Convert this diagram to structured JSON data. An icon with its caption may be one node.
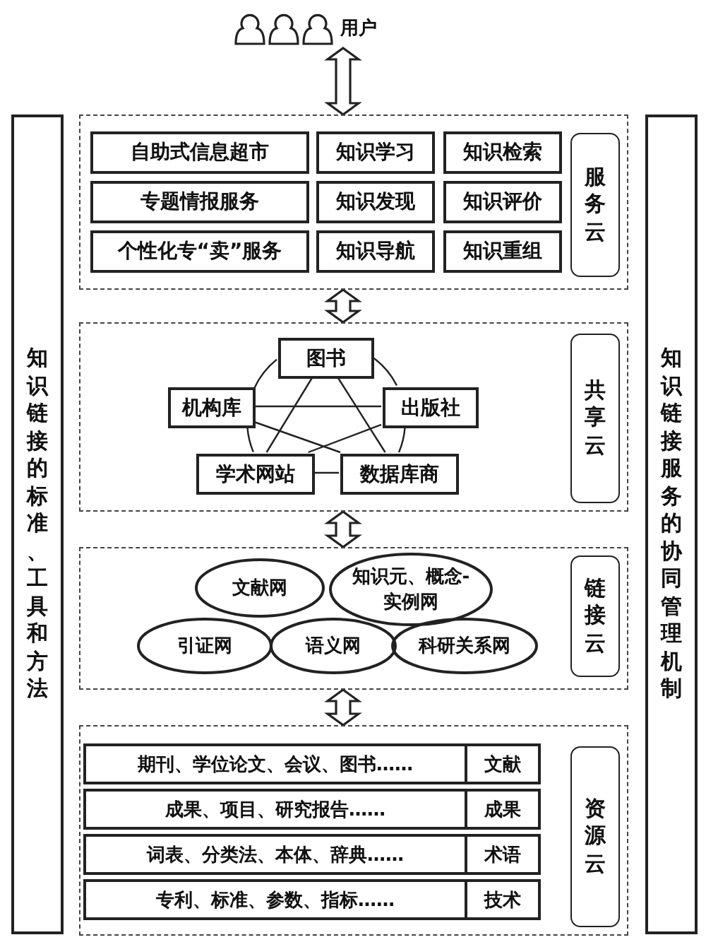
{
  "diagram": {
    "nodes": [
      {
        "text": [
          "用户"
        ]
      },
      {
        "text": [],
        "shape": "box"
      },
      {
        "text": [
          "自助式信息超市"
        ],
        "in": 1
      },
      {
        "text": [
          "知识学习"
        ],
        "in": 1
      },
      {
        "text": [
          "知识检索"
        ],
        "in": 1
      },
      {
        "text": [
          "专题情报服务"
        ],
        "in": 1
      },
      {
        "text": [
          "知识发现"
        ],
        "in": 1
      },
      {
        "text": [
          "知识评价"
        ],
        "in": 1
      },
      {
        "text": [
          "个性化专“卖”服务"
        ],
        "in": 1
      },
      {
        "text": [
          "知识导航"
        ],
        "in": 1
      },
      {
        "text": [
          "知识重组"
        ],
        "in": 1
      },
      {
        "text": [
          "服务云"
        ],
        "in": 1
      },
      {
        "text": [],
        "shape": "box"
      },
      {
        "text": [
          "图书"
        ],
        "in": 12
      },
      {
        "text": [
          "机构库"
        ],
        "in": 12
      },
      {
        "text": [
          "出版社"
        ],
        "in": 12
      },
      {
        "text": [
          "学术网站"
        ],
        "in": 12
      },
      {
        "text": [
          "数据库商"
        ],
        "in": 12
      },
      {
        "text": [
          "共享云"
        ],
        "in": 12
      },
      {
        "text": [],
        "shape": "box"
      },
      {
        "text": [
          "文献网"
        ],
        "in": 19
      },
      {
        "text": [
          "知识元、概念-实例网"
        ],
        "in": 19
      },
      {
        "text": [
          "引证网"
        ],
        "in": 19
      },
      {
        "text": [
          "语义网"
        ],
        "in": 19
      },
      {
        "text": [
          "科研关系网"
        ],
        "in": 19
      },
      {
        "text": [
          "链接云"
        ],
        "in": 19
      },
      {
        "text": [],
        "shape": "box"
      },
      {
        "text": [
          "期刊、学位论文、会议、图书……",
          "文献"
        ],
        "in": 26
      },
      {
        "text": [
          "成果、项目、研究报告……",
          "成果"
        ],
        "in": 26
      },
      {
        "text": [
          "词表、分类法、本体、辞典……",
          "术语"
        ],
        "in": 26
      },
      {
        "text": [
          "专利、标准、参数、指标……",
          "技术"
        ],
        "in": 26
      },
      {
        "text": [
          "资源云"
        ],
        "in": 26
      },
      {
        "text": [
          "知识链接的标准、工具和方法"
        ]
      },
      {
        "text": [
          "知识链接服务的协同管理机制"
        ]
      }
    ],
    "edges": [
      {
        "from": 0,
        "to": 1,
        "arrow": "both"
      },
      {
        "from": 1,
        "to": 12,
        "arrow": "both"
      },
      {
        "from": 12,
        "to": 19,
        "arrow": "both"
      },
      {
        "from": 19,
        "to": 26,
        "arrow": "both"
      },
      {
        "from": 13,
        "to": 16,
        "arrow": "none"
      },
      {
        "from": 13,
        "to": 17,
        "arrow": "none"
      },
      {
        "from": 14,
        "to": 15,
        "arrow": "none"
      },
      {
        "from": 14,
        "to": 17,
        "arrow": "none"
      },
      {
        "from": 15,
        "to": 16,
        "arrow": "none"
      },
      {
        "from": 13,
        "to": 14,
        "arrow": "none"
      },
      {
        "from": 13,
        "to": 15,
        "arrow": "none"
      },
      {
        "from": 14,
        "to": 16,
        "arrow": "none"
      },
      {
        "from": 15,
        "to": 17,
        "arrow": "none"
      },
      {
        "from": 16,
        "to": 17,
        "arrow": "none"
      }
    ]
  }
}
